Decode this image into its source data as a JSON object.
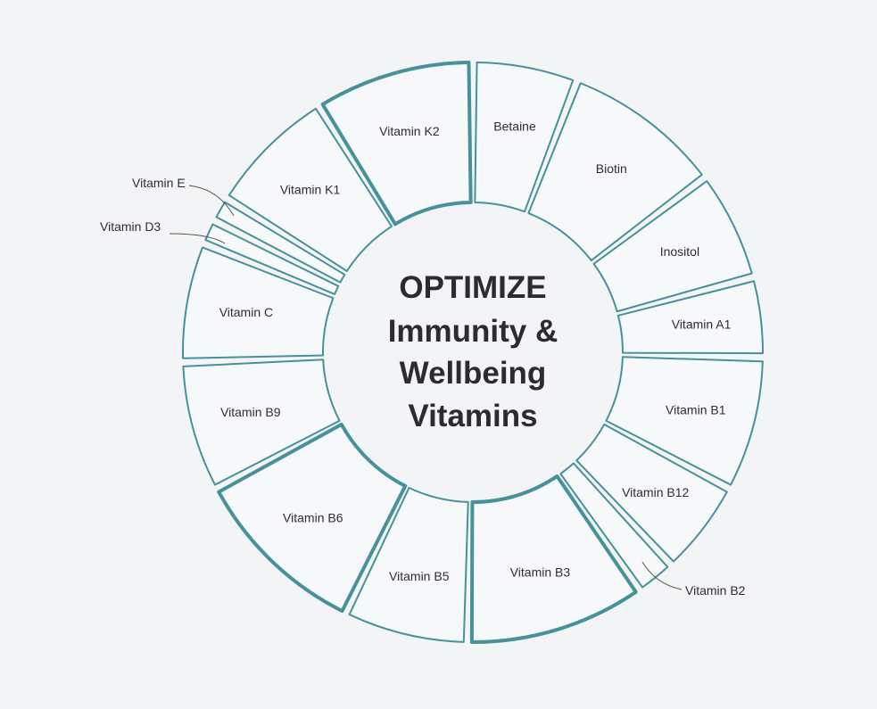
{
  "diagram": {
    "title_lines": [
      "OPTIMIZE",
      "Immunity &",
      "Wellbeing",
      "Vitamins"
    ],
    "accent_color": "#46919a",
    "segments": [
      {
        "label": "Vitamin K2",
        "emphasized": true
      },
      {
        "label": "Betaine",
        "emphasized": false
      },
      {
        "label": "Biotin",
        "emphasized": false
      },
      {
        "label": "Inositol",
        "emphasized": false
      },
      {
        "label": "Vitamin A1",
        "emphasized": false
      },
      {
        "label": "Vitamin B1",
        "emphasized": false
      },
      {
        "label": "Vitamin B12",
        "emphasized": false
      },
      {
        "label": "Vitamin B2",
        "emphasized": false,
        "callout": true
      },
      {
        "label": "Vitamin B3",
        "emphasized": true
      },
      {
        "label": "Vitamin B5",
        "emphasized": false
      },
      {
        "label": "Vitamin B6",
        "emphasized": true
      },
      {
        "label": "Vitamin B9",
        "emphasized": false
      },
      {
        "label": "Vitamin C",
        "emphasized": false
      },
      {
        "label": "Vitamin D3",
        "emphasized": false,
        "callout": true
      },
      {
        "label": "Vitamin E",
        "emphasized": false,
        "callout": true
      },
      {
        "label": "Vitamin K1",
        "emphasized": false
      }
    ]
  }
}
